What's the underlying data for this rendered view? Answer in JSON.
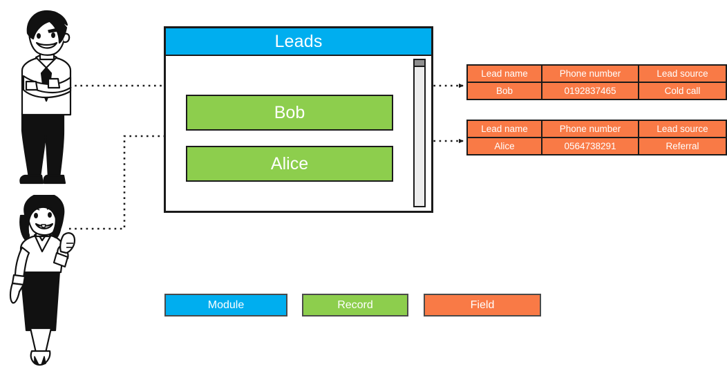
{
  "diagram": {
    "title_visible": false
  },
  "module_window": {
    "title": "Leads",
    "scrollbar": {
      "name": "vertical-scrollbar"
    }
  },
  "records": [
    {
      "label": "Bob"
    },
    {
      "label": "Alice"
    }
  ],
  "field_tables": [
    {
      "headers": [
        "Lead name",
        "Phone number",
        "Lead source"
      ],
      "values": [
        "Bob",
        "0192837465",
        "Cold call"
      ]
    },
    {
      "headers": [
        "Lead name",
        "Phone number",
        "Lead source"
      ],
      "values": [
        "Alice",
        "0564738291",
        "Referral"
      ]
    }
  ],
  "legend": [
    {
      "label": "Module",
      "color": "#00AEEF"
    },
    {
      "label": "Record",
      "color": "#8DCE4D"
    },
    {
      "label": "Field",
      "color": "#F97A46"
    }
  ],
  "people": [
    {
      "name": "male-user-illustration",
      "alt": "man with crossed arms wearing shirt and tie"
    },
    {
      "name": "female-user-illustration",
      "alt": "woman giving thumbs up wearing blouse and skirt"
    }
  ],
  "colors": {
    "module_blue": "#00AEEF",
    "record_green": "#8DCE4D",
    "field_orange": "#F97A46",
    "outline": "#1a1a1a",
    "scrollbar_track": "#EDEDED",
    "scrollbar_thumb": "#8F8F8F"
  }
}
